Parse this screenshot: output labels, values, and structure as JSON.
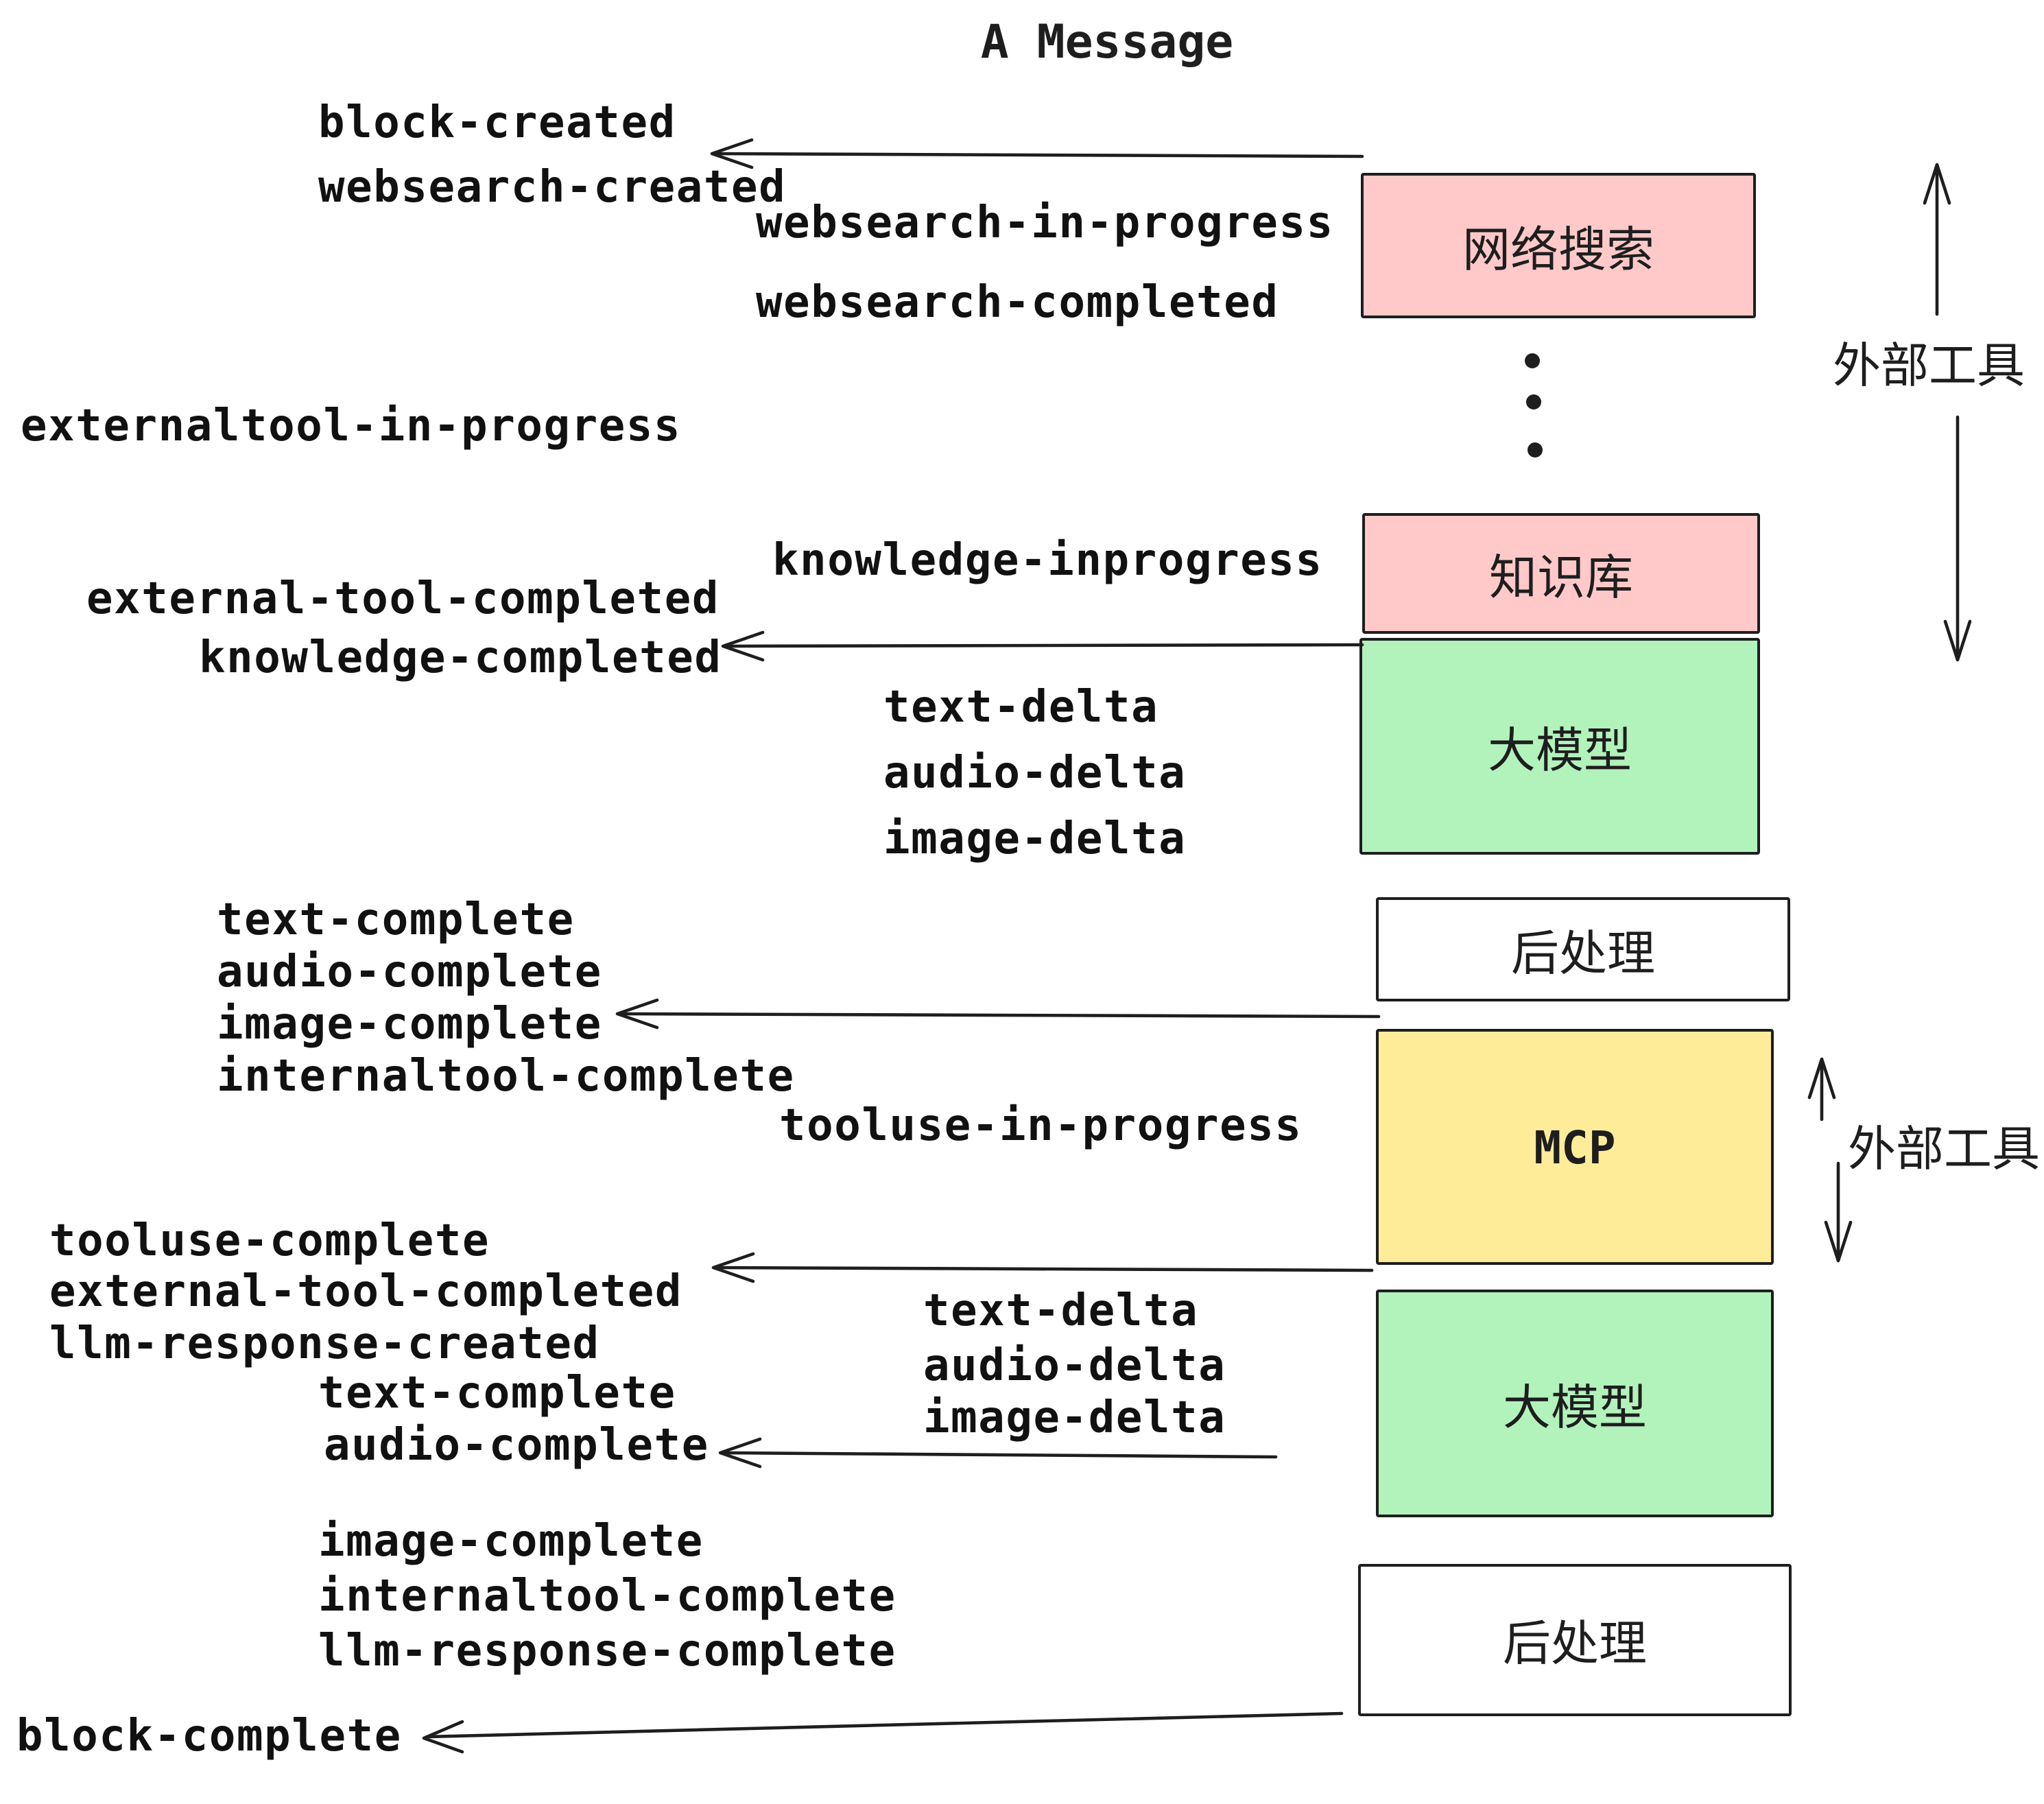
{
  "title": "A Message",
  "palette": {
    "pink": "#ffc9c9",
    "green": "#b2f2bb",
    "yellow": "#ffec99",
    "white": "#ffffff",
    "ink": "#1e1e1e"
  },
  "boxes": [
    {
      "label": "网络搜索"
    },
    {
      "label": "知识库"
    },
    {
      "label": "大模型"
    },
    {
      "label": "后处理"
    },
    {
      "label": "MCP"
    },
    {
      "label": "大模型"
    },
    {
      "label": "后处理"
    }
  ],
  "side_labels": [
    {
      "label": "外部工具"
    },
    {
      "label": "外部工具"
    }
  ],
  "events": [
    {
      "text": "block-created"
    },
    {
      "text": "websearch-created"
    },
    {
      "text": "websearch-in-progress"
    },
    {
      "text": "websearch-completed"
    },
    {
      "text": "externaltool-in-progress"
    },
    {
      "text": "knowledge-inprogress"
    },
    {
      "text": "external-tool-completed"
    },
    {
      "text": "knowledge-completed"
    },
    {
      "text": "text-delta"
    },
    {
      "text": "audio-delta"
    },
    {
      "text": "image-delta"
    },
    {
      "text": "text-complete"
    },
    {
      "text": "audio-complete"
    },
    {
      "text": "image-complete"
    },
    {
      "text": "internaltool-complete"
    },
    {
      "text": "tooluse-in-progress"
    },
    {
      "text": "tooluse-complete"
    },
    {
      "text": "external-tool-completed"
    },
    {
      "text": "llm-response-created"
    },
    {
      "text": "text-complete"
    },
    {
      "text": "audio-complete"
    },
    {
      "text": "text-delta"
    },
    {
      "text": "audio-delta"
    },
    {
      "text": "image-delta"
    },
    {
      "text": "image-complete"
    },
    {
      "text": "internaltool-complete"
    },
    {
      "text": "llm-response-complete"
    },
    {
      "text": "block-complete"
    }
  ]
}
